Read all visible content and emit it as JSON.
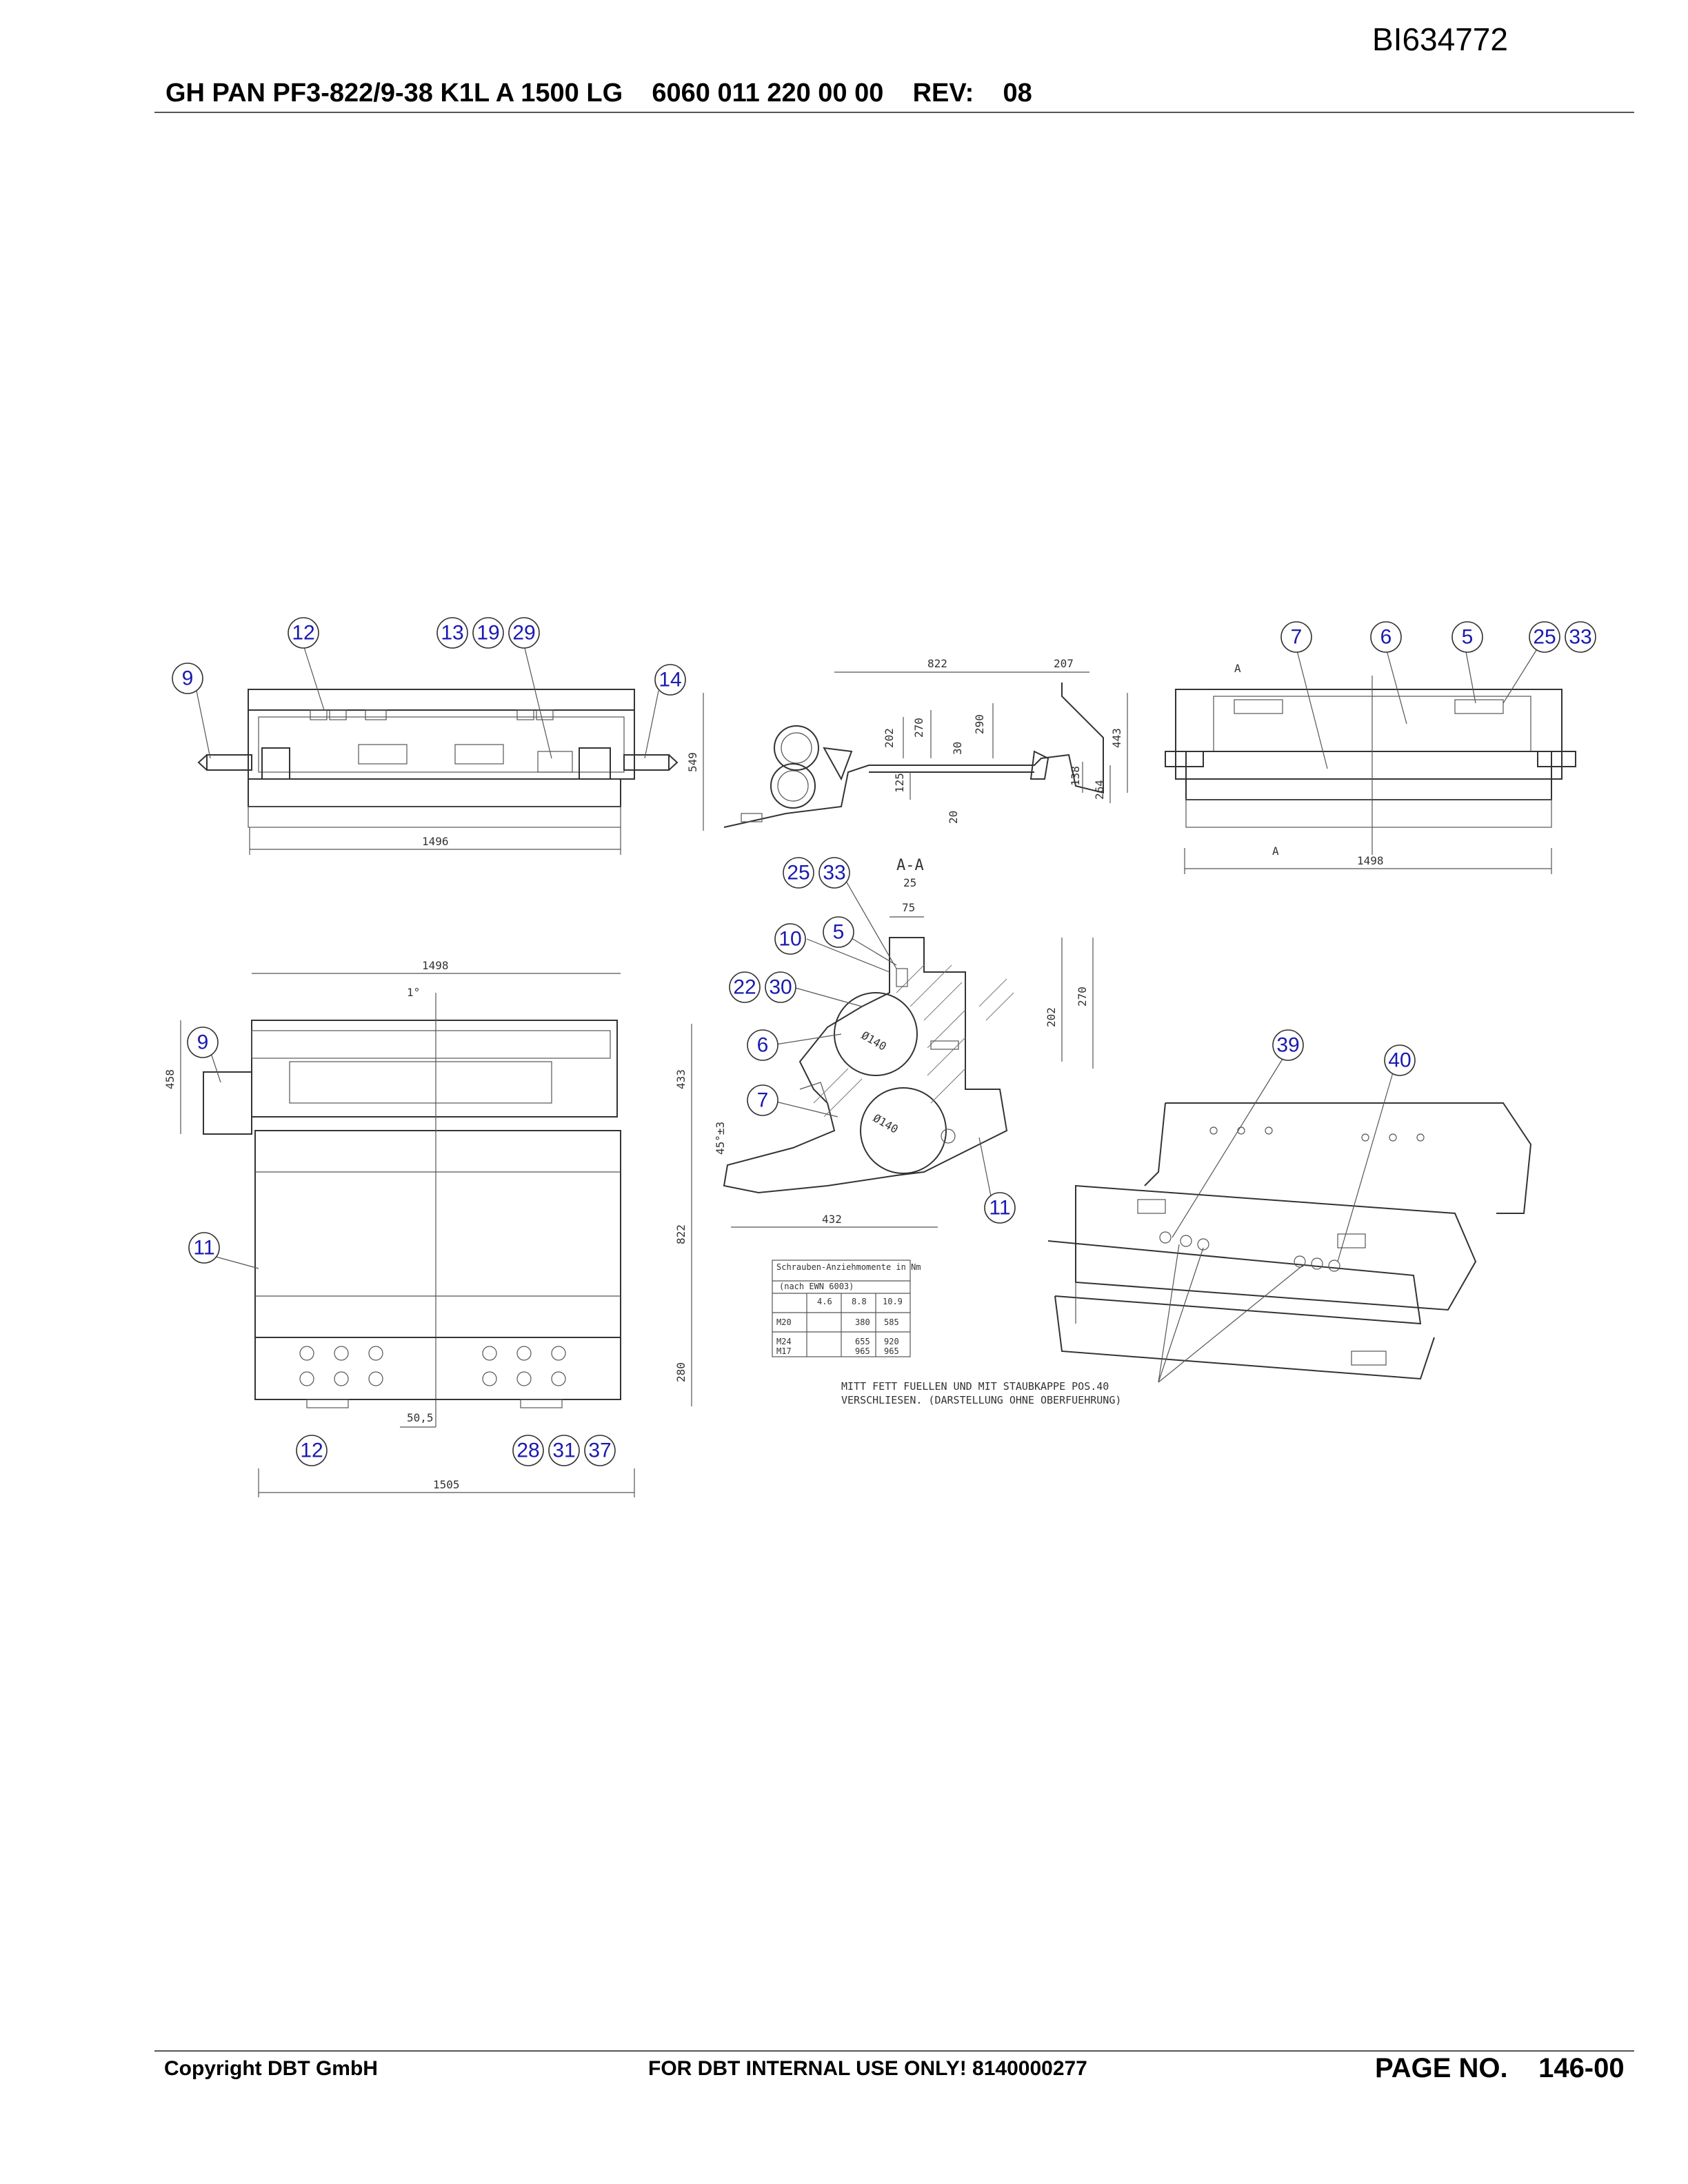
{
  "header": {
    "doc_id": "BI634772",
    "title": "GH PAN PF3-822/9-38 K1L A 1500 LG    6060 011 220 00 00    REV:    08"
  },
  "footer": {
    "copyright": "Copyright DBT GmbH",
    "internal": "FOR DBT INTERNAL USE ONLY! 8140000277",
    "page": "PAGE NO.    146-00"
  },
  "section_label": "A-A",
  "section_marker": "A",
  "balloons": {
    "tl_12": "12",
    "tl_13": "13",
    "tl_19": "19",
    "tl_29": "29",
    "tl_9": "9",
    "tl_14": "14",
    "tr_7": "7",
    "tr_6": "6",
    "tr_5": "5",
    "tr_25": "25",
    "tr_33": "33",
    "c_25": "25",
    "c_33": "33",
    "c_10": "10",
    "c_5": "5",
    "c_22": "22",
    "c_30": "30",
    "c_6": "6",
    "c_7": "7",
    "c_11": "11",
    "bl_9": "9",
    "bl_11": "11",
    "bl_12": "12",
    "bl_28": "28",
    "bl_31": "31",
    "bl_37": "37",
    "br_39": "39",
    "br_40": "40"
  },
  "dimensions": {
    "tl_1496": "1496",
    "tc_822": "822",
    "tc_207": "207",
    "tc_549": "549",
    "tc_202": "202",
    "tc_270": "270",
    "tc_290": "290",
    "tc_30": "30",
    "tc_125": "125",
    "tc_20": "20",
    "tc_138": "138",
    "tc_264": "264",
    "tc_443": "443",
    "tr_1498": "1498",
    "c_25": "25",
    "c_75": "75",
    "c_202": "202",
    "c_270": "270",
    "c_d140a": "Ø140",
    "c_d140b": "Ø140",
    "c_45": "45°±3",
    "c_432": "432",
    "bl_1498": "1498",
    "bl_1deg": "1°",
    "bl_458": "458",
    "bl_433": "433",
    "bl_822": "822",
    "bl_280": "280",
    "bl_505": "50,5",
    "bl_1505": "1505"
  },
  "torque_table": {
    "title": "Schrauben-Anziehmomente in Nm",
    "subtitle": "(nach EWN 6003)",
    "columns": [
      "",
      "4.6",
      "8.8",
      "10.9"
    ],
    "rows": [
      [
        "M20",
        "",
        "380",
        "585"
      ],
      [
        "M24",
        "",
        "655",
        "920"
      ],
      [
        "M17",
        "",
        "965",
        "965"
      ]
    ]
  },
  "note": {
    "line1": "MITT FETT FUELLEN UND MIT STAUBKAPPE POS.40",
    "line2": "VERSCHLIESEN. (DARSTELLUNG OHNE OBERFUEHRUNG)"
  }
}
